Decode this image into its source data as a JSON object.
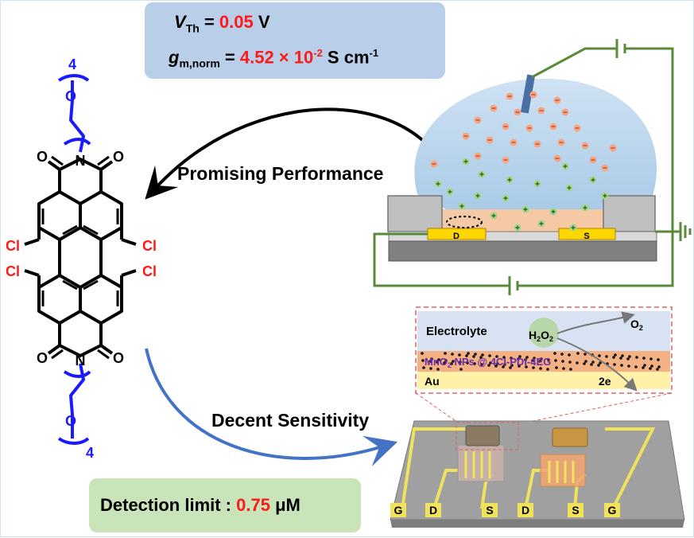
{
  "metrics": {
    "vth_symbol": "V",
    "vth_sub": "Th",
    "vth_eq": " = ",
    "vth_value": "0.05",
    "vth_unit": " V",
    "gm_symbol": "g",
    "gm_sub": "m,norm",
    "gm_eq": " = ",
    "gm_value": "4.52 × 10",
    "gm_exp": "-2",
    "gm_unit": " S cm",
    "gm_unit_exp": "-1"
  },
  "arrows": {
    "performance_label": "Promising Performance",
    "sensitivity_label": "Decent Sensitivity"
  },
  "detection": {
    "label": "Detection limit : ",
    "value": "0.75",
    "unit": " μM"
  },
  "molecule": {
    "chain_count": "4",
    "chain_count_bottom": "4",
    "atom_o": "O",
    "atom_n": "N",
    "atom_cl": "Cl"
  },
  "device": {
    "drain": "D",
    "source": "S"
  },
  "layers": {
    "electrolyte": "Electrolyte",
    "h2o2": "H",
    "h2o2_sub": "2",
    "h2o2_o": "O",
    "h2o2_sub2": "2",
    "o2": "O",
    "o2_sub": "2",
    "composite_a": "MnO",
    "composite_sub": "2",
    "composite_b": " NPs @ 4Cl-PDI-4EG",
    "au": "Au",
    "electrons": "2e"
  },
  "chip": {
    "pad_labels": [
      "G",
      "D",
      "S",
      "D",
      "S",
      "G"
    ]
  },
  "colors": {
    "metric_box": "#b9cfe9",
    "detect_box": "#c9e4b9",
    "highlight": "#ff1a1a",
    "chain": "#1a1aff",
    "wire": "#5a8a3a",
    "curve_arrow": "#4472c4"
  }
}
